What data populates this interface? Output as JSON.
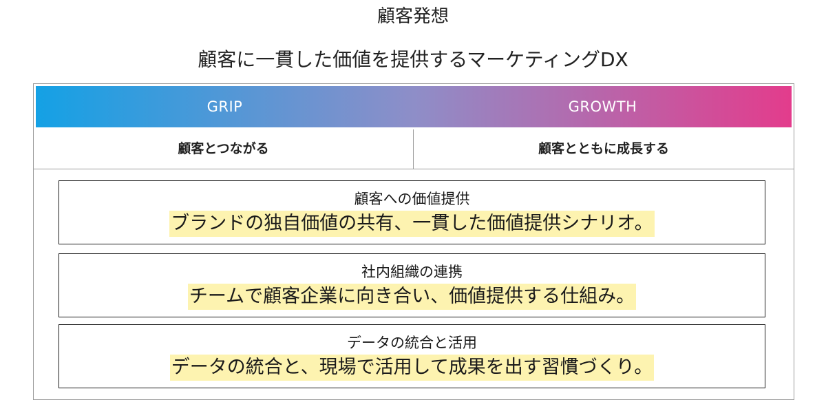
{
  "header": {
    "title": "顧客発想",
    "subtitle": "顧客に一貫した価値を提供するマーケティングDX"
  },
  "bar": {
    "left_label": "GRIP",
    "right_label": "GROWTH",
    "gradient_colors": [
      "#14a1e5",
      "#8e8ec8",
      "#e33c8c"
    ]
  },
  "columns": {
    "left": "顧客とつながる",
    "right": "顧客とともに成長する"
  },
  "cards": [
    {
      "title": "顧客への価値提供",
      "description": "ブランドの独自価値の共有、一貫した価値提供シナリオ。"
    },
    {
      "title": "社内組織の連携",
      "description": "チームで顧客企業に向き合い、価値提供する仕組み。"
    },
    {
      "title": "データの統合と活用",
      "description": "データの統合と、現場で活用して成果を出す習慣づくり。"
    }
  ],
  "highlight_color": "#fdf3b0"
}
